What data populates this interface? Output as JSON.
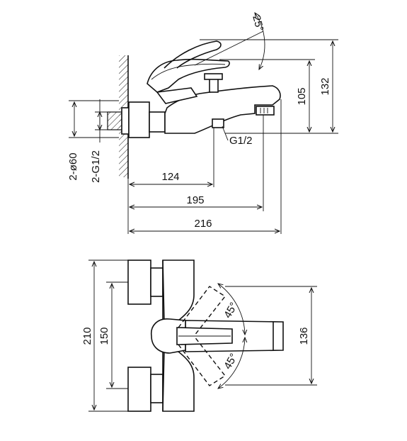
{
  "side_view": {
    "angle_label": "25°",
    "height_outer": "132",
    "height_inner": "105",
    "thread_outlet": "G1/2",
    "inlet_diameter": "2-ø60",
    "inlet_thread": "2-G1/2",
    "length_124": "124",
    "length_195": "195",
    "length_216": "216"
  },
  "top_view": {
    "width_outer": "210",
    "width_inner": "150",
    "angle_upper": "45°",
    "angle_lower": "45°",
    "depth": "136"
  }
}
